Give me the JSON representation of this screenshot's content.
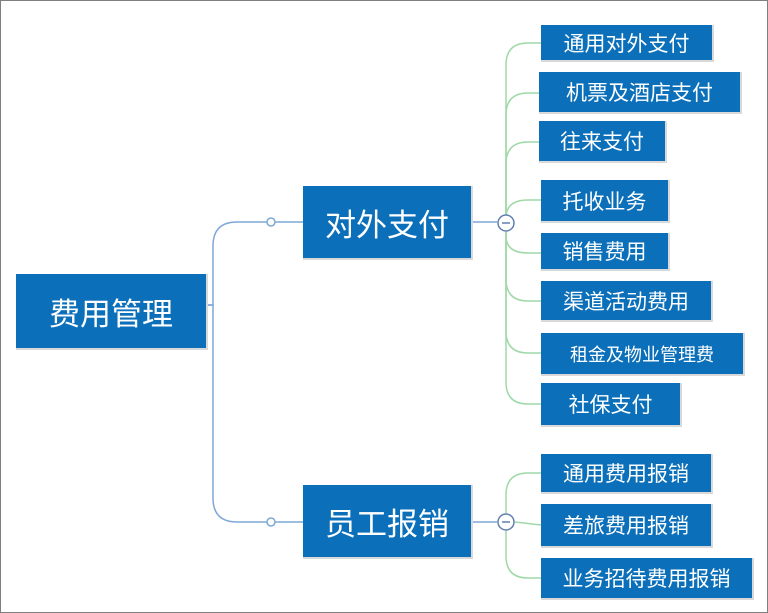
{
  "root": {
    "label": "费用管理"
  },
  "branches": [
    {
      "label": "对外支付",
      "leaves": [
        "通用对外支付",
        "机票及酒店支付",
        "往来支付",
        "托收业务",
        "销售费用",
        "渠道活动费用",
        "租金及物业管理费",
        "社保支付"
      ]
    },
    {
      "label": "员工报销",
      "leaves": [
        "通用费用报销",
        "差旅费用报销",
        "业务招待费用报销"
      ]
    }
  ],
  "colors": {
    "node_fill": "#0b6fba",
    "root_link": "#7fa8d6",
    "leaf_link": "#9fd9a8",
    "collapse_ring": "#5f7fae"
  },
  "icons": {
    "collapse": "minus-circle-icon",
    "connector": "open-circle-icon"
  }
}
